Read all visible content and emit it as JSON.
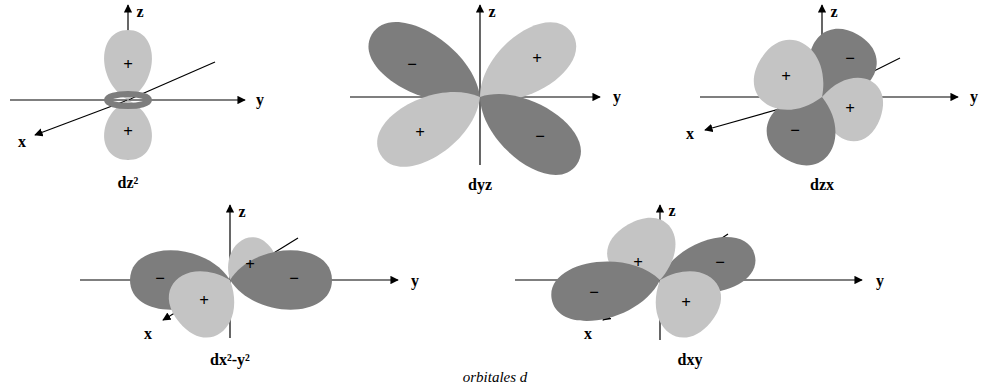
{
  "diagram": {
    "caption": "orbitales d",
    "labels": [
      "z",
      "y",
      "x",
      "+",
      "+",
      "dz²",
      "z",
      "y",
      "−",
      "+",
      "+",
      "−",
      "dyz",
      "z",
      "y",
      "x",
      "+",
      "−",
      "+",
      "−",
      "dzx",
      "z",
      "y",
      "x",
      "−",
      "+",
      "−",
      "+",
      "dx²-y²",
      "z",
      "y",
      "x",
      "+",
      "−",
      "−",
      "+",
      "dxy"
    ]
  }
}
